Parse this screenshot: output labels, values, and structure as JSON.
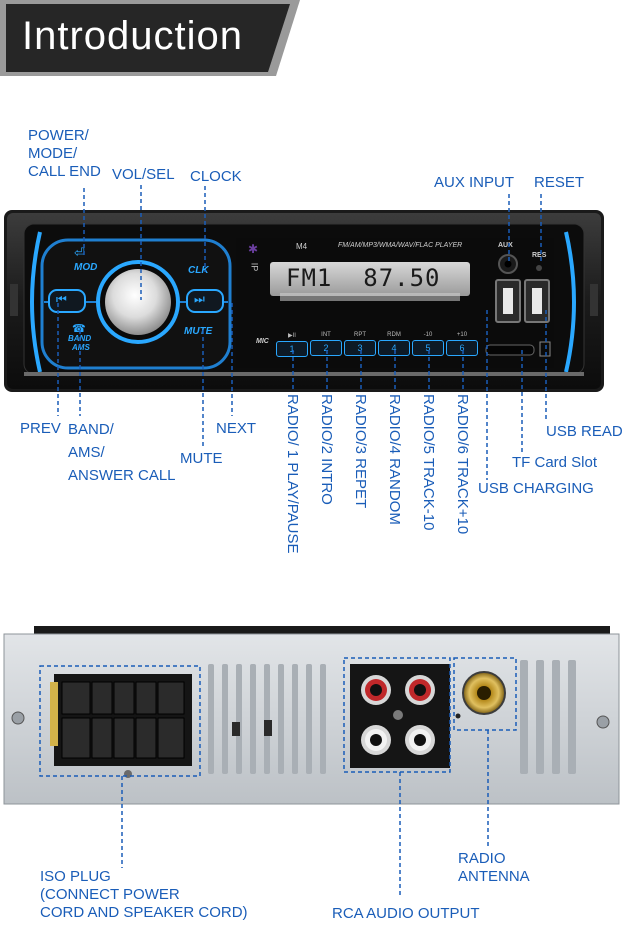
{
  "header": {
    "title": "Introduction"
  },
  "front": {
    "model": "M4",
    "format_banner": "FM/AM/MP3/WMA/WAV/FLAC  PLAYER",
    "display_text": "FM1  87.50",
    "mod_label": "MOD",
    "clk_label": "CLK",
    "band_label": "BAND",
    "ams_label": "AMS",
    "mute_label": "MUTE",
    "mic_label": "MIC",
    "aux_label": "AUX",
    "res_label": "RES",
    "preset_captions": [
      "▶II",
      "INT",
      "RPT",
      "RDM",
      "-10",
      "+10"
    ],
    "preset_numbers": [
      "1",
      "2",
      "3",
      "4",
      "5",
      "6"
    ]
  },
  "callouts": {
    "power_mode": [
      "POWER/",
      "MODE/",
      "CALL END"
    ],
    "vol_sel": "VOL/SEL",
    "clock": "CLOCK",
    "aux_input": "AUX INPUT",
    "reset": "RESET",
    "prev": "PREV",
    "band_ams": [
      "BAND/",
      "AMS/",
      "ANSWER CALL"
    ],
    "mute": "MUTE",
    "next": "NEXT",
    "usb_read": "USB READ",
    "tf_card": "TF Card Slot",
    "usb_charging": "USB CHARGING",
    "presets": [
      "RADIO/ 1  PLAY/PAUSE",
      "RADIO/2  INTRO",
      "RADIO/3  REPET",
      "RADIO/4  RANDOM",
      "RADIO/5  TRACK-10",
      "RADIO/6  TRACK+10"
    ]
  },
  "rear": {
    "iso_plug": [
      "ISO PLUG",
      "(CONNECT POWER",
      "CORD AND SPEAKER CORD)"
    ],
    "rca_output": "RCA AUDIO OUTPUT",
    "antenna": [
      "RADIO",
      "ANTENNA"
    ]
  },
  "colors": {
    "callout": "#1a5db8",
    "accent_led": "#2aa8ff",
    "header_bg": "#2b2b2b"
  }
}
